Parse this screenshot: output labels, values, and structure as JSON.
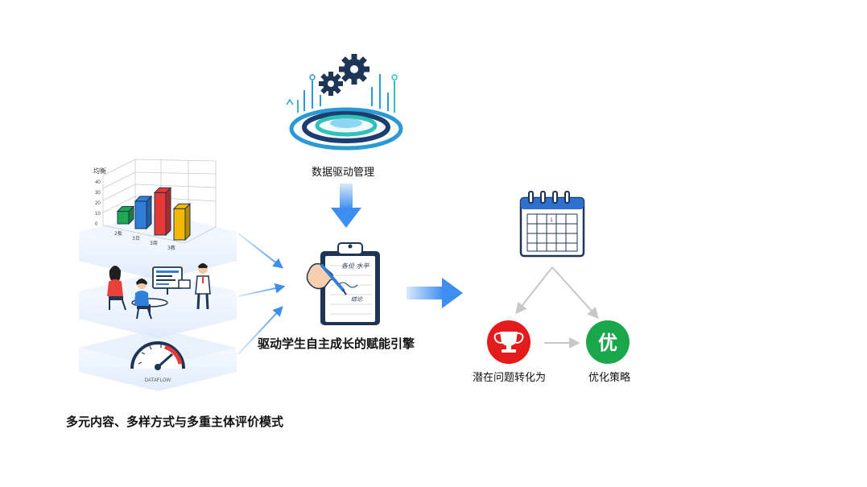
{
  "labels": {
    "data_mgmt": "数据驱动管理",
    "engine": "驱动学生自主成长的赋能引擎",
    "eval_mode": "多元内容、多样方式与多重主体评价模式",
    "problem": "潜在问题转化为",
    "strategy": "优化策略",
    "you_badge": "优"
  },
  "bar_chart": {
    "ylabel": "均衡",
    "ticks": [
      "40",
      "30",
      "20",
      "10",
      "0"
    ],
    "xticks": [
      "2板",
      "3日",
      "3周",
      "3教"
    ],
    "values": [
      10,
      22,
      34,
      25
    ],
    "colors": [
      "#1fa84f",
      "#2f7fd8",
      "#e53935",
      "#f5b800"
    ]
  },
  "clipboard": {
    "line1": "各位 水平",
    "line2": "结论"
  },
  "gauge": {
    "caption": "DATAFLOW"
  },
  "calendar": {
    "marker": "1"
  },
  "colors": {
    "arrow_blue": "#3d8ef0",
    "arrow_gray": "#c7c7c7",
    "trophy_red": "#e31b1b",
    "badge_green": "#1aa64a",
    "layer_blue": "#e3eefb"
  }
}
